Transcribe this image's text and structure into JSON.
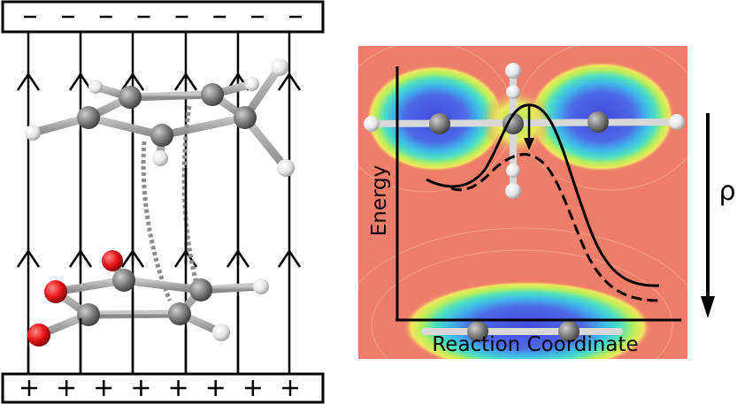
{
  "left_panel": {
    "top_plate_charge": "−",
    "top_plate_charge_count": 8,
    "bottom_plate_charge": "+",
    "bottom_plate_charge_count": 8
  },
  "right_panel": {
    "y_label": "Energy",
    "x_label": "Reaction Coordinate",
    "rho_label": "ρ"
  },
  "colors": {
    "oxygen": "#e8141a",
    "carbon": "#7a7a7a",
    "hydrogen": "#f2f2f2",
    "density_low": "#ef7d6b",
    "density_high": "#4a52e0"
  }
}
